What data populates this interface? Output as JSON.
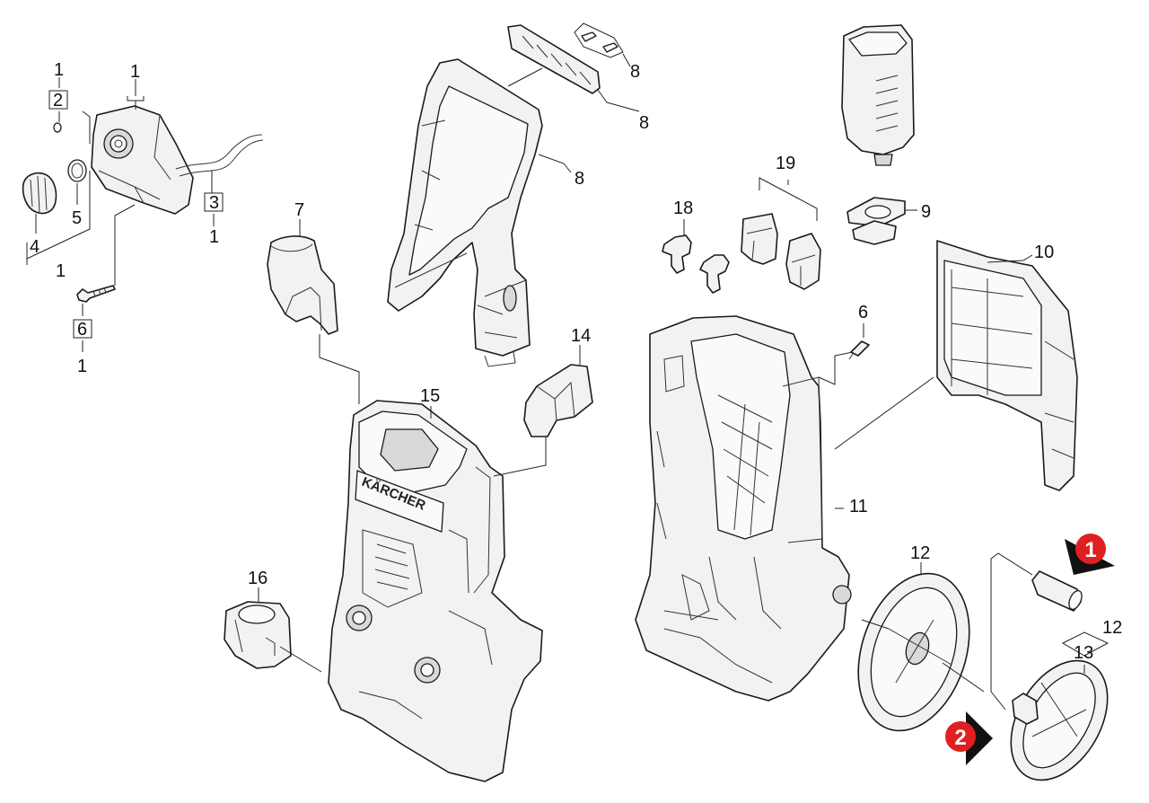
{
  "callouts": {
    "c1a": "1",
    "c2": "2",
    "c1b": "1",
    "c5": "5",
    "c4": "4",
    "c1c": "1",
    "c3": "3",
    "c1d": "1",
    "c6a": "6",
    "c1e": "1",
    "c7": "7",
    "c8a": "8",
    "c8b": "8",
    "c8c": "8",
    "c15": "15",
    "c14": "14",
    "c16": "16",
    "c18": "18",
    "c19": "19",
    "c9": "9",
    "c10": "10",
    "c6b": "6",
    "c11": "11",
    "c12a": "12",
    "c12b": "12",
    "c13": "13"
  },
  "markers": {
    "m1": "1",
    "m2": "2"
  },
  "colors": {
    "line": "#1a1a1a",
    "part_fill": "#f2f2f2",
    "marker": "#e02020"
  }
}
